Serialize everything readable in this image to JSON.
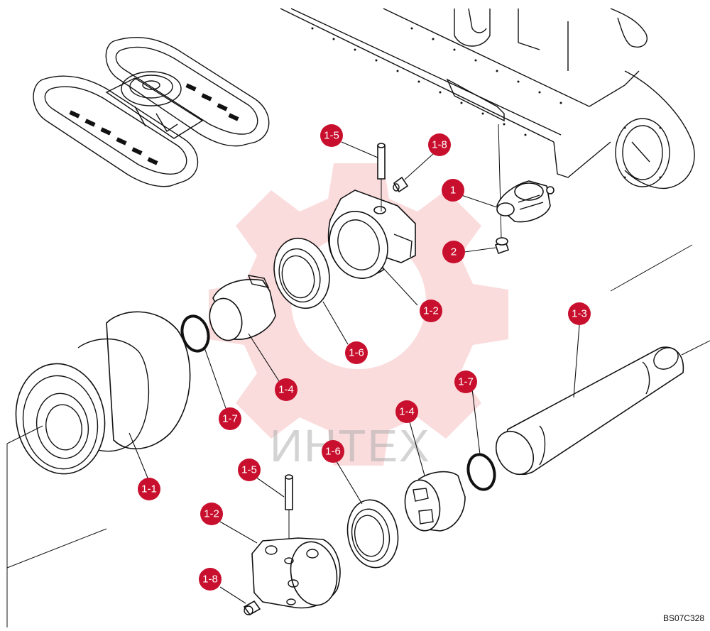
{
  "diagram": {
    "drawing_code": "BS07C328",
    "watermark_text": "ИНТЕХ",
    "callouts": [
      {
        "id": "c-1-5-top",
        "label": "1-5"
      },
      {
        "id": "c-1-8-top",
        "label": "1-8"
      },
      {
        "id": "c-1",
        "label": "1"
      },
      {
        "id": "c-2",
        "label": "2"
      },
      {
        "id": "c-1-2-top",
        "label": "1-2"
      },
      {
        "id": "c-1-3",
        "label": "1-3"
      },
      {
        "id": "c-1-6-top",
        "label": "1-6"
      },
      {
        "id": "c-1-4-top",
        "label": "1-4"
      },
      {
        "id": "c-1-7-left",
        "label": "1-7"
      },
      {
        "id": "c-1-7-right",
        "label": "1-7"
      },
      {
        "id": "c-1-4-bottom",
        "label": "1-4"
      },
      {
        "id": "c-1-6-bottom",
        "label": "1-6"
      },
      {
        "id": "c-1-1",
        "label": "1-1"
      },
      {
        "id": "c-1-5-bottom",
        "label": "1-5"
      },
      {
        "id": "c-1-2-bottom",
        "label": "1-2"
      },
      {
        "id": "c-1-8-bottom",
        "label": "1-8"
      }
    ]
  }
}
